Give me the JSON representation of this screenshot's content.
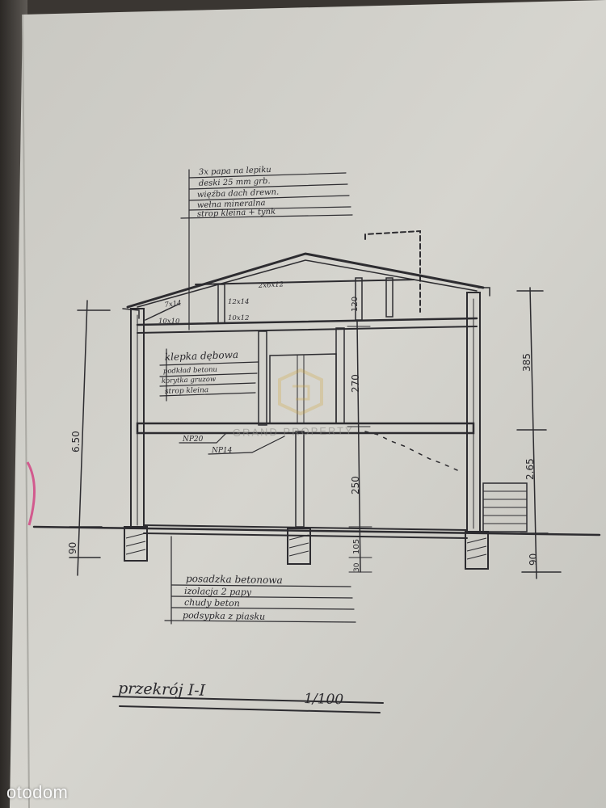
{
  "roof_notes": [
    "3x papa na lepiku",
    "deski 25 mm grb.",
    "więźba dach drewn.",
    "wełna mineralna",
    "strop kleina + tynk"
  ],
  "floor_notes": [
    "klepka dębowa",
    "podkład betonu",
    "korytka gruzow",
    "strop kleina"
  ],
  "foundation_notes": [
    "posadzka betonowa",
    "izolacja 2 papy",
    "chudy beton",
    "podsypka z piasku"
  ],
  "members": {
    "rafter": "2x6x12",
    "strut_left": "7x14",
    "post": "12x14",
    "beam": "10x12",
    "wall_plate": "10x10"
  },
  "dimensions": {
    "left_height": "6.50",
    "left_foundation": "90",
    "right_total": "385",
    "right_lower": "2.65",
    "right_foundation": "90",
    "attic_height": "120",
    "upper_floor": "270",
    "ground_floor": "250",
    "footing": "105",
    "base": "30"
  },
  "slab_labels": [
    "NP20",
    "NP14"
  ],
  "section_title": "przekrój I-I",
  "scale": "1/100",
  "watermark_center": "GRAND PROPERTY",
  "watermark_brand": "otodom"
}
